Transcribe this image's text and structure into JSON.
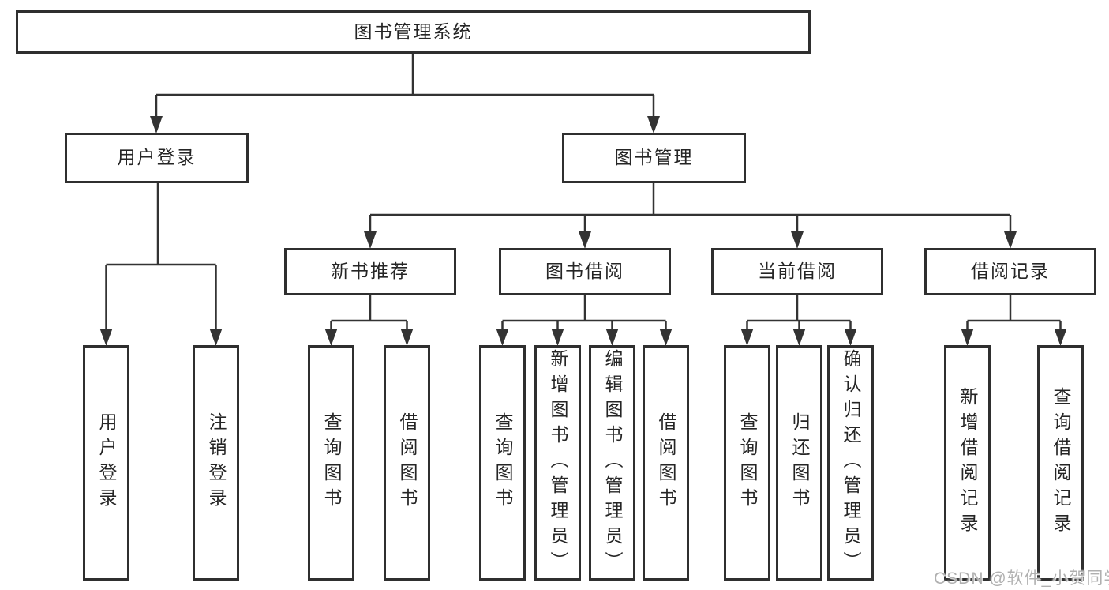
{
  "diagram": {
    "title": "图书管理系统",
    "root": {
      "label": "图书管理系统"
    },
    "level2": [
      {
        "label": "用户登录",
        "parent": "图书管理系统"
      },
      {
        "label": "图书管理",
        "parent": "图书管理系统"
      }
    ],
    "level3": [
      {
        "label": "新书推荐",
        "parent": "图书管理"
      },
      {
        "label": "图书借阅",
        "parent": "图书管理"
      },
      {
        "label": "当前借阅",
        "parent": "图书管理"
      },
      {
        "label": "借阅记录",
        "parent": "图书管理"
      }
    ],
    "leaves": [
      {
        "label": "用户登录",
        "parent": "用户登录"
      },
      {
        "label": "注销登录",
        "parent": "用户登录"
      },
      {
        "label": "查询图书",
        "parent": "新书推荐"
      },
      {
        "label": "借阅图书",
        "parent": "新书推荐"
      },
      {
        "label": "查询图书",
        "parent": "图书借阅"
      },
      {
        "label": "新增图书（管理员）",
        "parent": "图书借阅"
      },
      {
        "label": "编辑图书（管理员）",
        "parent": "图书借阅"
      },
      {
        "label": "借阅图书",
        "parent": "图书借阅"
      },
      {
        "label": "查询图书",
        "parent": "当前借阅"
      },
      {
        "label": "归还图书",
        "parent": "当前借阅"
      },
      {
        "label": "确认归还（管理员）",
        "parent": "当前借阅"
      },
      {
        "label": "新增借阅记录",
        "parent": "借阅记录"
      },
      {
        "label": "查询借阅记录",
        "parent": "借阅记录"
      }
    ],
    "watermark": "CSDN @软件_小贺同学",
    "colors": {
      "line": "#333333",
      "box_border": "#2f2f2f",
      "box_fill": "#ffffff",
      "text": "#252525",
      "watermark": "#b0b0b0",
      "background": "#ffffff"
    }
  }
}
